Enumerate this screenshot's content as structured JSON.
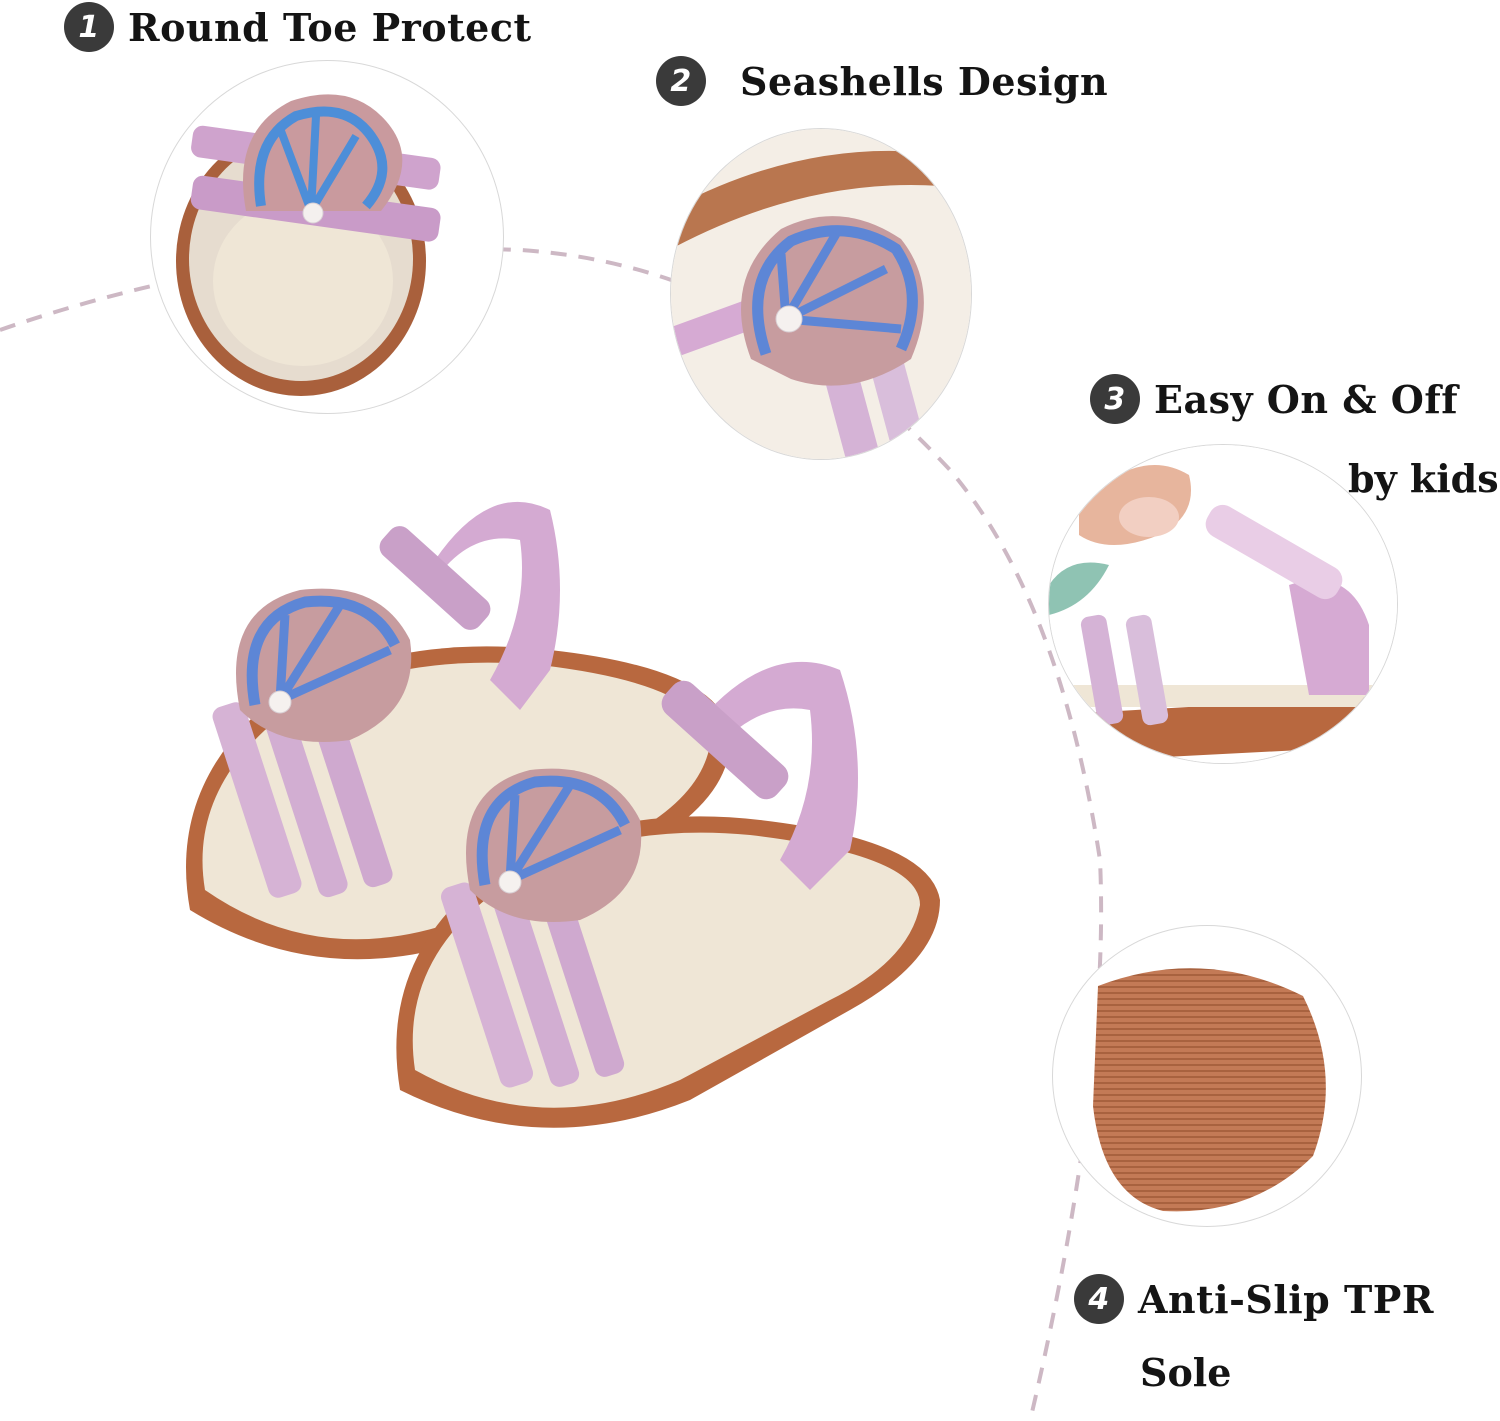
{
  "features": [
    {
      "number": "1",
      "title": "Round Toe Protect",
      "subtitle": ""
    },
    {
      "number": "2",
      "title": "Seashells Design",
      "subtitle": ""
    },
    {
      "number": "3",
      "title": "Easy On & Off",
      "subtitle": "by kids"
    },
    {
      "number": "4",
      "title": "Anti-Slip TPR",
      "subtitle": "Sole"
    }
  ],
  "images": {
    "closeup_toe": "round-toe-closeup",
    "closeup_shell": "seashell-ornament-closeup",
    "closeup_velcro": "hook-and-loop-strap-closeup",
    "closeup_sole": "tpr-sole-closeup",
    "main_product": "pair-of-pink-metallic-seashell-sandals"
  },
  "colors": {
    "badge": "#3a3a3a",
    "text": "#141414",
    "dashed_path": "#cdb8c4",
    "metallic_pink": "#d9b2d6",
    "shell_blue": "#5d86d6",
    "sole_brown": "#b8683f",
    "insole_cream": "#efe6d6"
  }
}
